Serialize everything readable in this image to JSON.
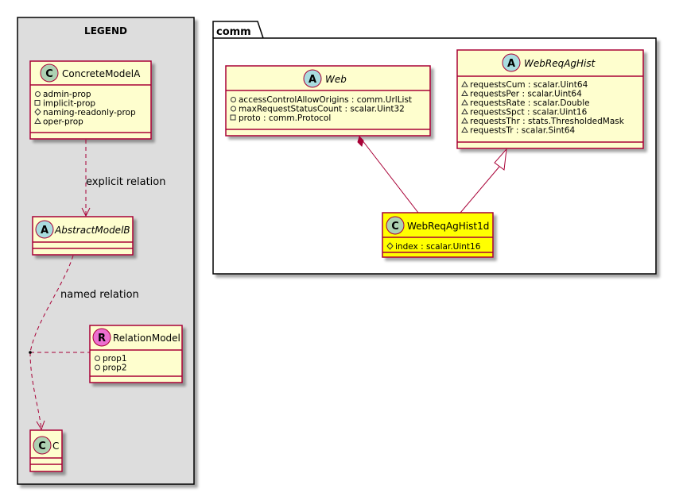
{
  "legend": {
    "title": "LEGEND",
    "concrete": {
      "stereotype": "C",
      "name": "ConcreteModelA",
      "members": [
        {
          "vis": "+",
          "text": "admin-prop"
        },
        {
          "vis": "-",
          "text": "implicit-prop"
        },
        {
          "vis": "#",
          "text": "naming-readonly-prop"
        },
        {
          "vis": "~",
          "text": "oper-prop"
        }
      ]
    },
    "abstract": {
      "stereotype": "A",
      "name": "AbstractModelB"
    },
    "relation_model": {
      "stereotype": "R",
      "name": "RelationModel",
      "members": [
        {
          "vis": "+",
          "text": "prop1"
        },
        {
          "vis": "+",
          "text": "prop2"
        }
      ]
    },
    "target": {
      "stereotype": "C",
      "name": "C"
    },
    "explicit_label": "explicit relation",
    "named_label": "named relation"
  },
  "package": {
    "name": "comm",
    "web": {
      "stereotype": "A",
      "name": "Web",
      "members": [
        {
          "vis": "+",
          "text": "accessControlAllowOrigins : comm.UrlList"
        },
        {
          "vis": "+",
          "text": "maxRequestStatusCount : scalar.Uint32"
        },
        {
          "vis": "-",
          "text": "proto : comm.Protocol"
        }
      ]
    },
    "webreq": {
      "stereotype": "A",
      "name": "WebReqAgHist",
      "members": [
        {
          "vis": "~",
          "text": "requestsCum : scalar.Uint64"
        },
        {
          "vis": "~",
          "text": "requestsPer : scalar.Uint64"
        },
        {
          "vis": "~",
          "text": "requestsRate : scalar.Double"
        },
        {
          "vis": "~",
          "text": "requestsSpct : scalar.Uint16"
        },
        {
          "vis": "~",
          "text": "requestsThr : stats.ThresholdedMask"
        },
        {
          "vis": "~",
          "text": "requestsTr : scalar.Sint64"
        }
      ]
    },
    "hist1d": {
      "stereotype": "C",
      "name": "WebReqAgHist1d",
      "members": [
        {
          "vis": "#",
          "text": "index : scalar.Uint16"
        }
      ]
    }
  },
  "colors": {
    "class_fill": "#FEFECE",
    "class_border": "#A80036",
    "highlight_fill": "#FFFF00",
    "circle_class": "#ADD1B2",
    "circle_abstract": "#A9DCDF",
    "circle_relation": "#EB6FD0",
    "legend_bg": "#DDDDDD"
  }
}
